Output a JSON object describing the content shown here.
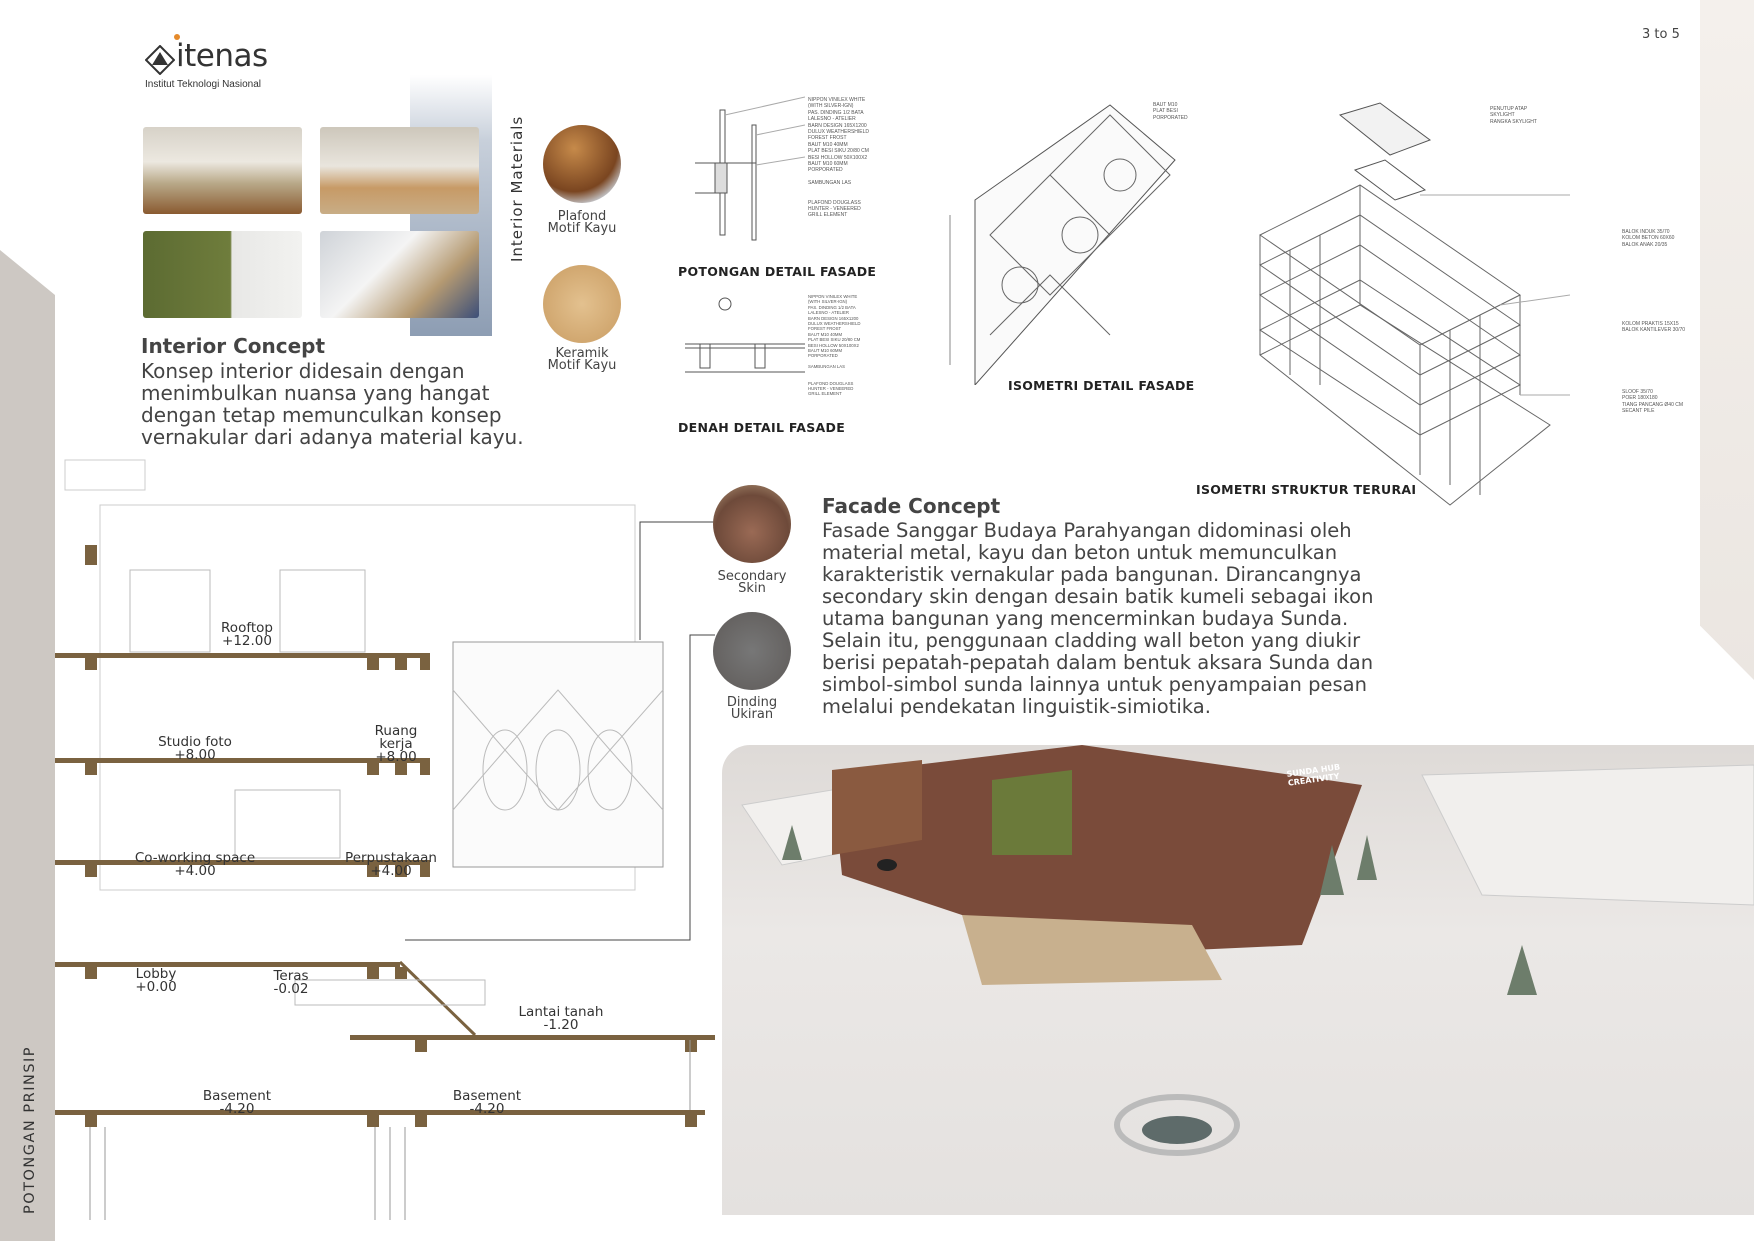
{
  "logo": {
    "name": "itenas",
    "subtitle": "Institut Teknologi Nasional"
  },
  "page_number": "3 to 5",
  "interior": {
    "materials_title": "Interior Materials",
    "materials": [
      {
        "label": "Plafond\nMotif Kayu"
      },
      {
        "label": "Keramik\nMotif Kayu"
      }
    ],
    "heading": "Interior Concept",
    "body": "Konsep interior didesain dengan\nmenimbulkan nuansa yang hangat\ndengan tetap memunculkan konsep\nvernakular dari adanya material kayu."
  },
  "details": {
    "potongan_label": "POTONGAN DETAIL FASADE",
    "potongan_notes": "NIPPON VINILEX WHITE\n(WITH SILVER-IGN)\nPAS. DINDING 1/2 BATA\nLALESNO - ATELIER\nBARN DESIGN 165X1200\nDULUX WEATHERSHIELD\nFOREST FROST\nBAUT M10 40MM\nPLAT BESI SIKU 20/80 CM\nBESI HOLLOW 50X100X2\nBAUT M10 60MM\nPORPORATED\n\nSAMBUNGAN LAS\n\n\nPLAFOND DOUGLASS\nHUNTER - VENEERED\nGRILL ELEMENT",
    "denah_label": "DENAH DETAIL FASADE",
    "isometri_fasade_label": "ISOMETRI DETAIL FASADE",
    "isometri_fasade_notes": "BAUT M10\nPLAT BESI\nPORPORATED",
    "isometri_struktur_label": "ISOMETRI STRUKTUR TERURAI",
    "struktur_notes_top": "PENUTUP ATAP\nSKYLIGHT\nRANGKA SKYLIGHT",
    "struktur_notes_mid": "BALOK INDUK 35/70\nKOLOM BETON 60X60\nBALOK ANAK 20/35",
    "struktur_notes_low": "KOLOM PRAKTIS 15X15\nBALOK KANTILEVER 30/70",
    "struktur_notes_base": "SLOOF 35/70\nPOER 180X180\nTIANG PANCANG Ø40 CM\nSECANT PILE"
  },
  "facade": {
    "materials": [
      {
        "label": "Secondary\nSkin"
      },
      {
        "label": "Dinding\nUkiran"
      }
    ],
    "heading": "Facade Concept",
    "body": "Fasade Sanggar Budaya Parahyangan didominasi oleh\nmaterial metal, kayu dan beton untuk memunculkan\nkarakteristik vernakular pada bangunan. Dirancangnya\nsecondary skin dengan desain batik kumeli sebagai ikon\nutama bangunan yang mencerminkan budaya Sunda.\nSelain itu, penggunaan cladding wall beton yang diukir\nberisi pepatah-pepatah dalam bentuk aksara Sunda dan\nsimbol-simbol sunda lainnya untuk penyampaian pesan\nmelalui pendekatan linguistik-simiotika."
  },
  "section": {
    "title": "POTONGAN PRINSIP",
    "rooms": [
      {
        "name": "Rooftop",
        "level": "+12.00"
      },
      {
        "name": "Studio foto",
        "level": "+8.00"
      },
      {
        "name": "Ruang\nkerja",
        "level": "+8.00"
      },
      {
        "name": "Co-working space",
        "level": "+4.00"
      },
      {
        "name": "Perpustakaan",
        "level": "+4.00"
      },
      {
        "name": "Lobby",
        "level": "+0.00"
      },
      {
        "name": "Teras",
        "level": "-0.02"
      },
      {
        "name": "Lantai tanah",
        "level": "-1.20"
      },
      {
        "name": "Basement",
        "level": "-4.20"
      },
      {
        "name": "Basement",
        "level": "-4.20"
      }
    ]
  },
  "render": {
    "sign": "SUNDA HUB CREATIVITY"
  },
  "colors": {
    "wood": "#8a6a45",
    "blue_panel": "#8d9db3",
    "gray_strip": "#cdc8c3",
    "beige_strip": "#f3efeb",
    "render_bg": "#e6e3e1",
    "facade_brown": "#7a4b3a"
  }
}
